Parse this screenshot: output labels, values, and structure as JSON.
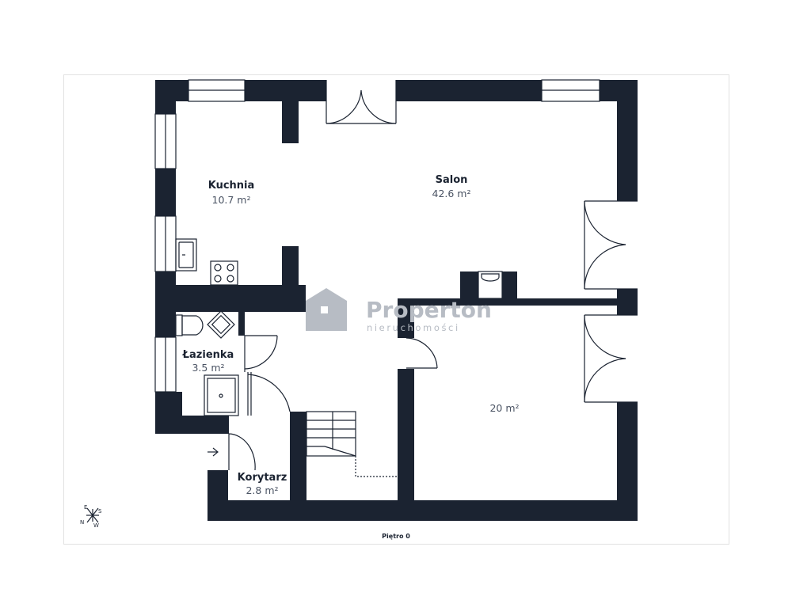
{
  "floor_label": "Piętro 0",
  "watermark": {
    "brand": "Properton",
    "tagline": "nieruchomości"
  },
  "compass": {
    "n": "N",
    "e": "E",
    "s": "S",
    "w": "W"
  },
  "rooms": [
    {
      "id": "kuchnia",
      "name": "Kuchnia",
      "area": "10.7 m²"
    },
    {
      "id": "salon",
      "name": "Salon",
      "area": "42.6 m²"
    },
    {
      "id": "lazienka",
      "name": "Łazienka",
      "area": "3.5 m²"
    },
    {
      "id": "pokoj",
      "name": "",
      "area": "20 m²"
    },
    {
      "id": "korytarz",
      "name": "Korytarz",
      "area": "2.8 m²"
    }
  ],
  "colors": {
    "wall": "#1b2331",
    "frame": "#e2e2e2",
    "watermark": "#b7bcc4"
  }
}
